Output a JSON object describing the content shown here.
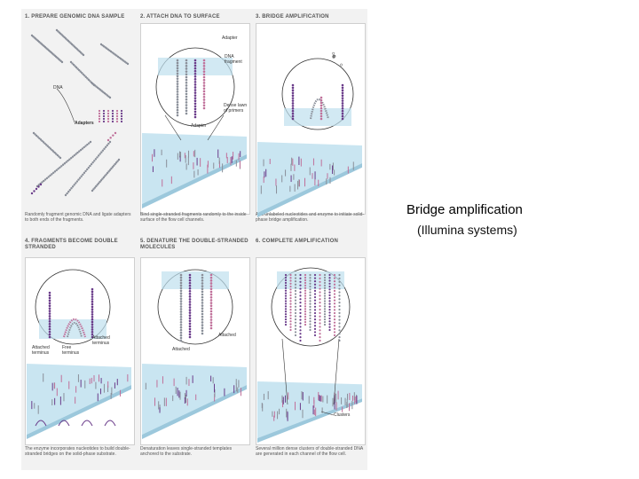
{
  "slide": {
    "title": "Bridge amplification",
    "subtitle": "(Illumina systems)"
  },
  "panels": [
    {
      "id": "p1",
      "title": "1. PREPARE GENOMIC DNA SAMPLE",
      "caption": "Randomly fragment genomic DNA and ligate adapters to both ends of the fragments."
    },
    {
      "id": "p2",
      "title": "2. ATTACH DNA TO SURFACE",
      "caption": "Bind single-stranded fragments randomly to the inside surface of the flow cell channels."
    },
    {
      "id": "p3",
      "title": "3. BRIDGE AMPLIFICATION",
      "caption": "Add unlabeled nucleotides and enzyme to initiate solid-phase bridge amplification."
    },
    {
      "id": "p4",
      "title": "4. FRAGMENTS BECOME DOUBLE\nSTRANDED",
      "caption": "The enzyme incorporates nucleotides to build double-stranded bridges on the solid-phase substrate."
    },
    {
      "id": "p5",
      "title": "5. DENATURE THE DOUBLE-STRANDED\nMOLECULES",
      "caption": "Denaturation leaves single-stranded templates anchored to the substrate."
    },
    {
      "id": "p6",
      "title": "6. COMPLETE AMPLIFICATION",
      "caption": "Several million dense clusters of double-stranded DNA are generated in each channel of the flow cell."
    }
  ],
  "callouts": {
    "dna": "DNA",
    "adapters": "Adapters",
    "adapter": "Adapter",
    "dna_fragment": "DNA\nfragment",
    "dense_lawn": "Dense lawn\nof primers",
    "adapter2": "Adapter",
    "attached_terminus": "Attached\nterminus",
    "attached_terminus_left": "Attached\nterminus",
    "free_terminus": "Free\nterminus",
    "attached": "Attached",
    "attached2": "Attached",
    "clusters": "Clusters"
  },
  "colors": {
    "flowcell": "#bfe0ee",
    "strand_grey": "#8a8f99",
    "strand_purple": "#6a3b8a",
    "strand_pink": "#c0709a"
  }
}
